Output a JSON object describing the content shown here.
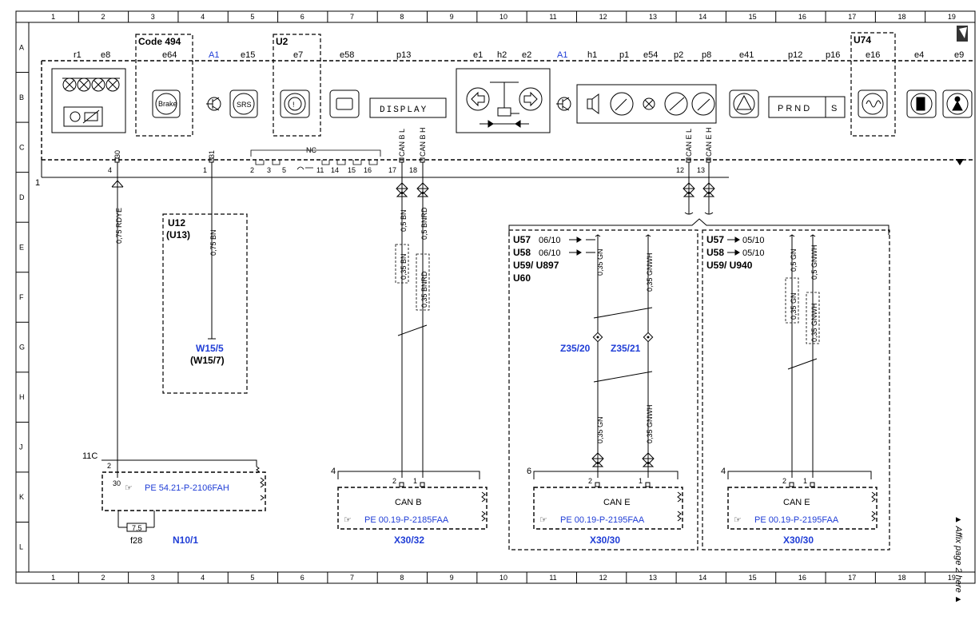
{
  "frame": {
    "columns": [
      "1",
      "2",
      "3",
      "4",
      "5",
      "6",
      "7",
      "8",
      "9",
      "10",
      "11",
      "12",
      "13",
      "14",
      "15",
      "16",
      "17",
      "18",
      "19"
    ],
    "rows": [
      "A",
      "B",
      "C",
      "D",
      "E",
      "F",
      "G",
      "H",
      "J",
      "K",
      "L"
    ],
    "affix_note": "▲ Affix page 2 here ▲"
  },
  "cluster": {
    "line_number": "1",
    "codes": {
      "code494": "Code 494",
      "u2": "U2",
      "u74": "U74",
      "a1_left": "A1",
      "a1_right": "A1"
    },
    "component_labels": {
      "r1": "r1",
      "e8": "e8",
      "e64": "e64",
      "e15": "e15",
      "e7": "e7",
      "e58": "e58",
      "p13": "p13",
      "e1": "e1",
      "h2": "h2",
      "e2": "e2",
      "h1": "h1",
      "p1": "p1",
      "e54": "e54",
      "p2": "p2",
      "p8": "p8",
      "e41": "e41",
      "p12": "p12",
      "p16": "p16",
      "e16": "e16",
      "e4": "e4",
      "e9": "e9"
    },
    "brake_text": "Brake",
    "srs_text": "SRS",
    "display_text": "DISPLAY",
    "prnd_text": "PRND",
    "s_text": "S",
    "nc_text": "NC",
    "pins": {
      "p4": "4",
      "p1": "1",
      "p2": "2",
      "p3": "3",
      "p5": "5",
      "p11": "11",
      "p14": "14",
      "p15": "15",
      "p16": "16",
      "p17": "17",
      "p18": "18",
      "p12": "12",
      "p13": "13"
    },
    "pin_funcs": {
      "f30": "30",
      "f31": "31",
      "canbl": "CAN B L",
      "canbh": "CAN B H",
      "canel": "CAN E L",
      "caneh": "CAN E H"
    }
  },
  "wires": {
    "w_rdye": "0,75 RDYE",
    "w_bn75": "0,75 BN",
    "w_bn05": "0,5 BN",
    "w_bnrd05": "0,5 BNRD",
    "w_bn035": "0,35 BN",
    "w_bnrd035": "0,35 BNRD",
    "w_gn035a": "0,35 GN",
    "w_gnwh035a": "0,35 GNWH",
    "w_gn035b": "0,35 GN",
    "w_gnwh035b": "0,35 GNWH",
    "w_gn05r": "0,5 GN",
    "w_gnwh05r": "0,5 GNWH",
    "w_gn035r": "0,35 GN",
    "w_gnwh035r": "0,35 GNWH"
  },
  "u12_box": {
    "line1": "U12",
    "line2": "(U13)",
    "w1": "W15/5",
    "w2": "(W15/7)"
  },
  "variants_left": {
    "r1_code": "U57",
    "r1_val": "06/10",
    "r2_code": "U58",
    "r2_val": "06/10",
    "r3": "U59/ U897",
    "r4": "U60"
  },
  "variants_right": {
    "r1_code": "U57",
    "r1_val": "05/10",
    "r2_code": "U58",
    "r2_val": "05/10",
    "r3": "U59/ U940"
  },
  "splices": {
    "z1": "Z35/20",
    "z2": "Z35/21"
  },
  "connectors": {
    "n10": {
      "pin_11c": "11C",
      "pin2": "2",
      "pin30": "30",
      "ref": "PE 54.21-P-2106FAH",
      "fuse_value": "7,5",
      "fuse": "f28",
      "name": "N10/1"
    },
    "canb": {
      "num": "4",
      "pin2": "2",
      "pin1": "1",
      "title": "CAN B",
      "ref": "PE 00.19-P-2185FAA",
      "name": "X30/32"
    },
    "cane1": {
      "num": "6",
      "pin2": "2",
      "pin1": "1",
      "title": "CAN E",
      "ref": "PE 00.19-P-2195FAA",
      "name": "X30/30"
    },
    "cane2": {
      "num": "4",
      "pin2": "2",
      "pin1": "1",
      "title": "CAN E",
      "ref": "PE 00.19-P-2195FAA",
      "name": "X30/30"
    }
  }
}
